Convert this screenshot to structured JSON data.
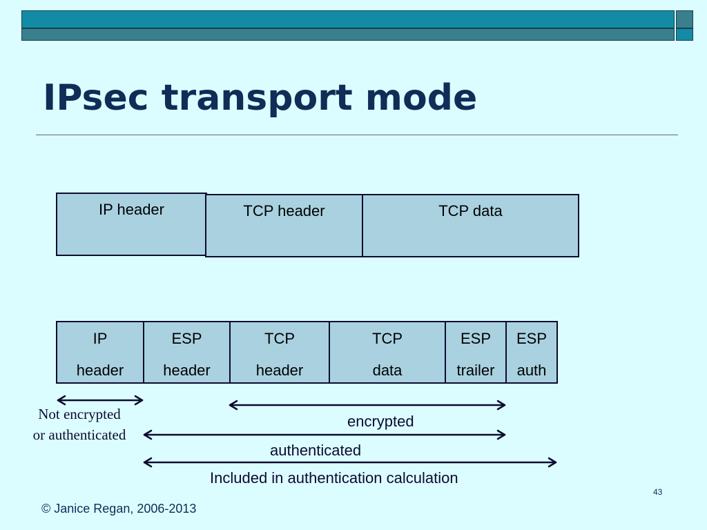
{
  "title": "IPsec transport mode",
  "original_packet": {
    "ip_header": "IP header",
    "tcp_header": "TCP header",
    "tcp_data": "TCP data"
  },
  "esp_packet": [
    {
      "top": "IP",
      "bottom": "header"
    },
    {
      "top": "ESP",
      "bottom": "header"
    },
    {
      "top": "TCP",
      "bottom": "header"
    },
    {
      "top": "TCP",
      "bottom": "data"
    },
    {
      "top": "ESP",
      "bottom": "trailer"
    },
    {
      "top": "ESP",
      "bottom": "auth"
    }
  ],
  "labels": {
    "not_encrypted_line1": "Not encrypted",
    "not_encrypted_line2": "or authenticated",
    "encrypted": "encrypted",
    "authenticated": "authenticated",
    "included": "Included in authentication calculation"
  },
  "footer": {
    "page_number": "43",
    "copyright": "© Janice Regan, 2006-2013"
  },
  "colors": {
    "background": "#dcfdff",
    "box_fill": "#a9d1e0",
    "title": "#0f2d57",
    "bar_dark": "#138ba6",
    "bar_light": "#3a7f8e"
  }
}
